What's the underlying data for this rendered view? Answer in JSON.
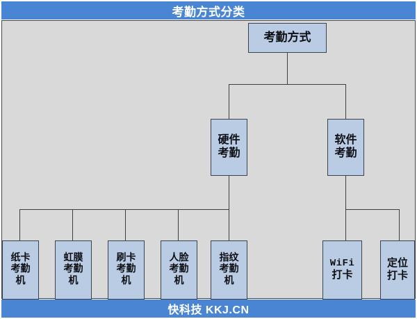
{
  "header": {
    "title": "考勤方式分类"
  },
  "footer": {
    "text": "快科技 KKJ.CN"
  },
  "colors": {
    "bar_blue": "#4a85d4",
    "bar_text": "#ffffff",
    "canvas_gray": "#d9d9d9",
    "node_fill": "#bacce4",
    "node_border": "#3a4250",
    "line": "#3a3f45"
  },
  "diagram": {
    "root": {
      "label": "考勤方式",
      "lines": [
        "考勤方式"
      ]
    },
    "level2": [
      {
        "label": "硬件考勤",
        "lines": [
          "硬件",
          "考勤"
        ]
      },
      {
        "label": "软件考勤",
        "lines": [
          "软件",
          "考勤"
        ]
      }
    ],
    "hardware_leaves": [
      {
        "label": "纸卡考勤机",
        "lines": [
          "纸卡",
          "考勤",
          "机"
        ]
      },
      {
        "label": "虹膜考勤机",
        "lines": [
          "虹膜",
          "考勤",
          "机"
        ]
      },
      {
        "label": "刷卡考勤机",
        "lines": [
          "刷卡",
          "考勤",
          "机"
        ]
      },
      {
        "label": "人脸考勤机",
        "lines": [
          "人脸",
          "考勤",
          "机"
        ]
      },
      {
        "label": "指纹考勤机",
        "lines": [
          "指纹",
          "考勤",
          "机"
        ]
      }
    ],
    "software_leaves": [
      {
        "label": "WiFi打卡",
        "lines": [
          "WiFi",
          "打卡"
        ]
      },
      {
        "label": "定位打卡",
        "lines": [
          "定位",
          "打卡"
        ]
      }
    ]
  }
}
